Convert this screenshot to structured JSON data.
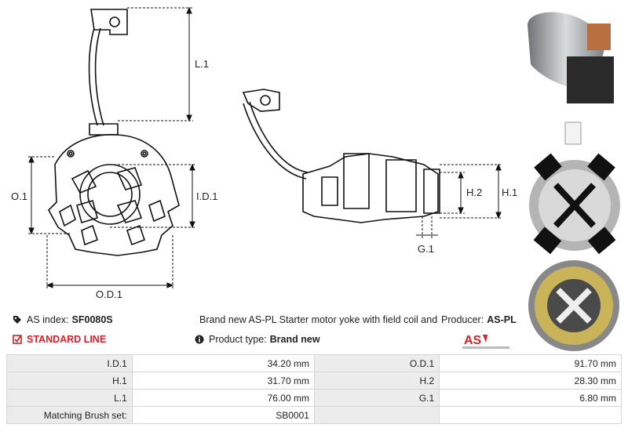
{
  "drawing_labels": {
    "l1": "L.1",
    "o1": "O.1",
    "id1": "I.D.1",
    "od1": "O.D.1",
    "h1": "H.1",
    "h2": "H.2",
    "g1": "G.1"
  },
  "info": {
    "as_index_label": "AS index:",
    "as_index_value": "SF0080S",
    "standard_line": "STANDARD LINE",
    "description": "Brand new AS-PL Starter motor yoke with field coil and brushes",
    "producer_label": "Producer:",
    "producer_value": "AS-PL",
    "product_type_label": "Product type:",
    "product_type_value": "Brand new"
  },
  "colors": {
    "accent": "#d8202a",
    "label_bg": "#ececec"
  },
  "specs": {
    "rows": [
      {
        "l1": "I.D.1",
        "v1": "34.20 mm",
        "l2": "O.D.1",
        "v2": "91.70 mm"
      },
      {
        "l1": "H.1",
        "v1": "31.70 mm",
        "l2": "H.2",
        "v2": "28.30 mm"
      },
      {
        "l1": "L.1",
        "v1": "76.00 mm",
        "l2": "G.1",
        "v2": "6.80 mm"
      },
      {
        "l1": "Matching Brush set:",
        "v1": "SB0001",
        "l2": "",
        "v2": ""
      }
    ]
  }
}
